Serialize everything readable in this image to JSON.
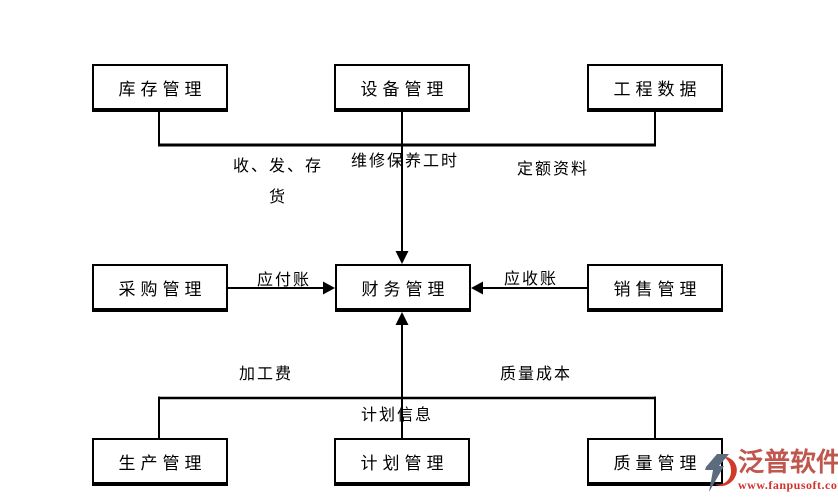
{
  "diagram": {
    "nodes": [
      {
        "id": "inventory",
        "label": "库存管理"
      },
      {
        "id": "equipment",
        "label": "设备管理"
      },
      {
        "id": "engineering-data",
        "label": "工程数据"
      },
      {
        "id": "purchasing",
        "label": "采购管理"
      },
      {
        "id": "finance",
        "label": "财务管理"
      },
      {
        "id": "sales",
        "label": "销售管理"
      },
      {
        "id": "production",
        "label": "生产管理"
      },
      {
        "id": "planning",
        "label": "计划管理"
      },
      {
        "id": "quality",
        "label": "质量管理"
      }
    ],
    "edge_labels": {
      "inventory_flow_line1": "收、发、存",
      "inventory_flow_line2": "货",
      "maintenance_hours": "维修保养工时",
      "quota_data": "定额资料",
      "accounts_payable": "应付账",
      "accounts_receivable": "应收账",
      "processing_fee": "加工费",
      "quality_cost": "质量成本",
      "plan_info": "计划信息"
    }
  },
  "watermark": {
    "brand": "泛普软件",
    "url": "www.fanpusoft.com"
  },
  "colors": {
    "line": "#000000",
    "background": "#ffffff",
    "brand_text": "#c0574e",
    "brand_url": "#d2322a",
    "icon_dark": "#5c6b7d",
    "icon_red": "#cf3a2b"
  }
}
